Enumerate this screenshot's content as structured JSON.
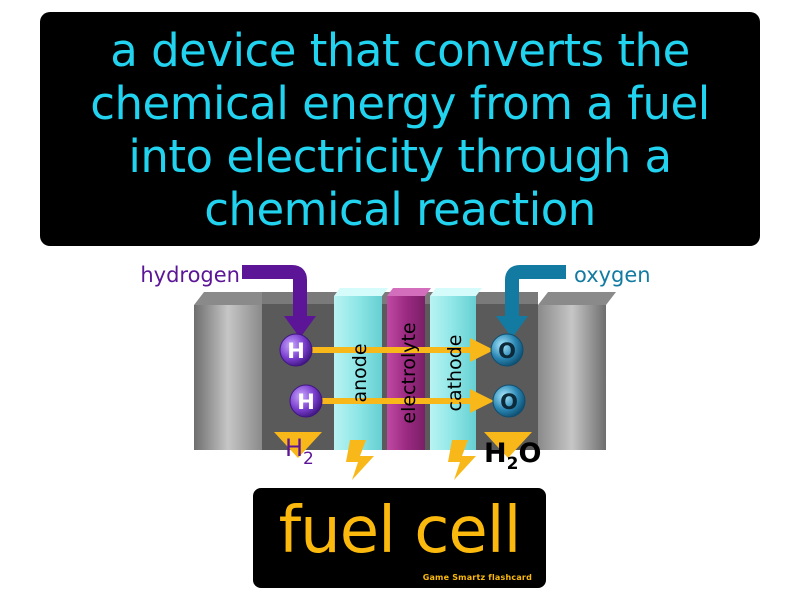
{
  "definition": {
    "lines": [
      "a device that converts the",
      "chemical energy from a fuel",
      "into electricity through a",
      "chemical reaction"
    ]
  },
  "diagram": {
    "input_left": "hydrogen",
    "input_right": "oxygen",
    "layers": [
      "anode",
      "electrolyte",
      "cathode"
    ],
    "left_atom": "H",
    "right_atom": "O",
    "output_left_base": "H",
    "output_left_sub": "2",
    "output_right_base": "H",
    "output_right_sub": "2",
    "output_right_tail": "O"
  },
  "term": {
    "title": "fuel cell",
    "credit": "Game  Smartz  flashcard"
  },
  "colors": {
    "definition_text": "#22d3f0",
    "term_text": "#fbb90d",
    "hydrogen": "#5b1596",
    "oxygen": "#137aa2",
    "arrow": "#f9b81a",
    "anode": "#7fe3e3",
    "electrolyte": "#9c2a82"
  }
}
